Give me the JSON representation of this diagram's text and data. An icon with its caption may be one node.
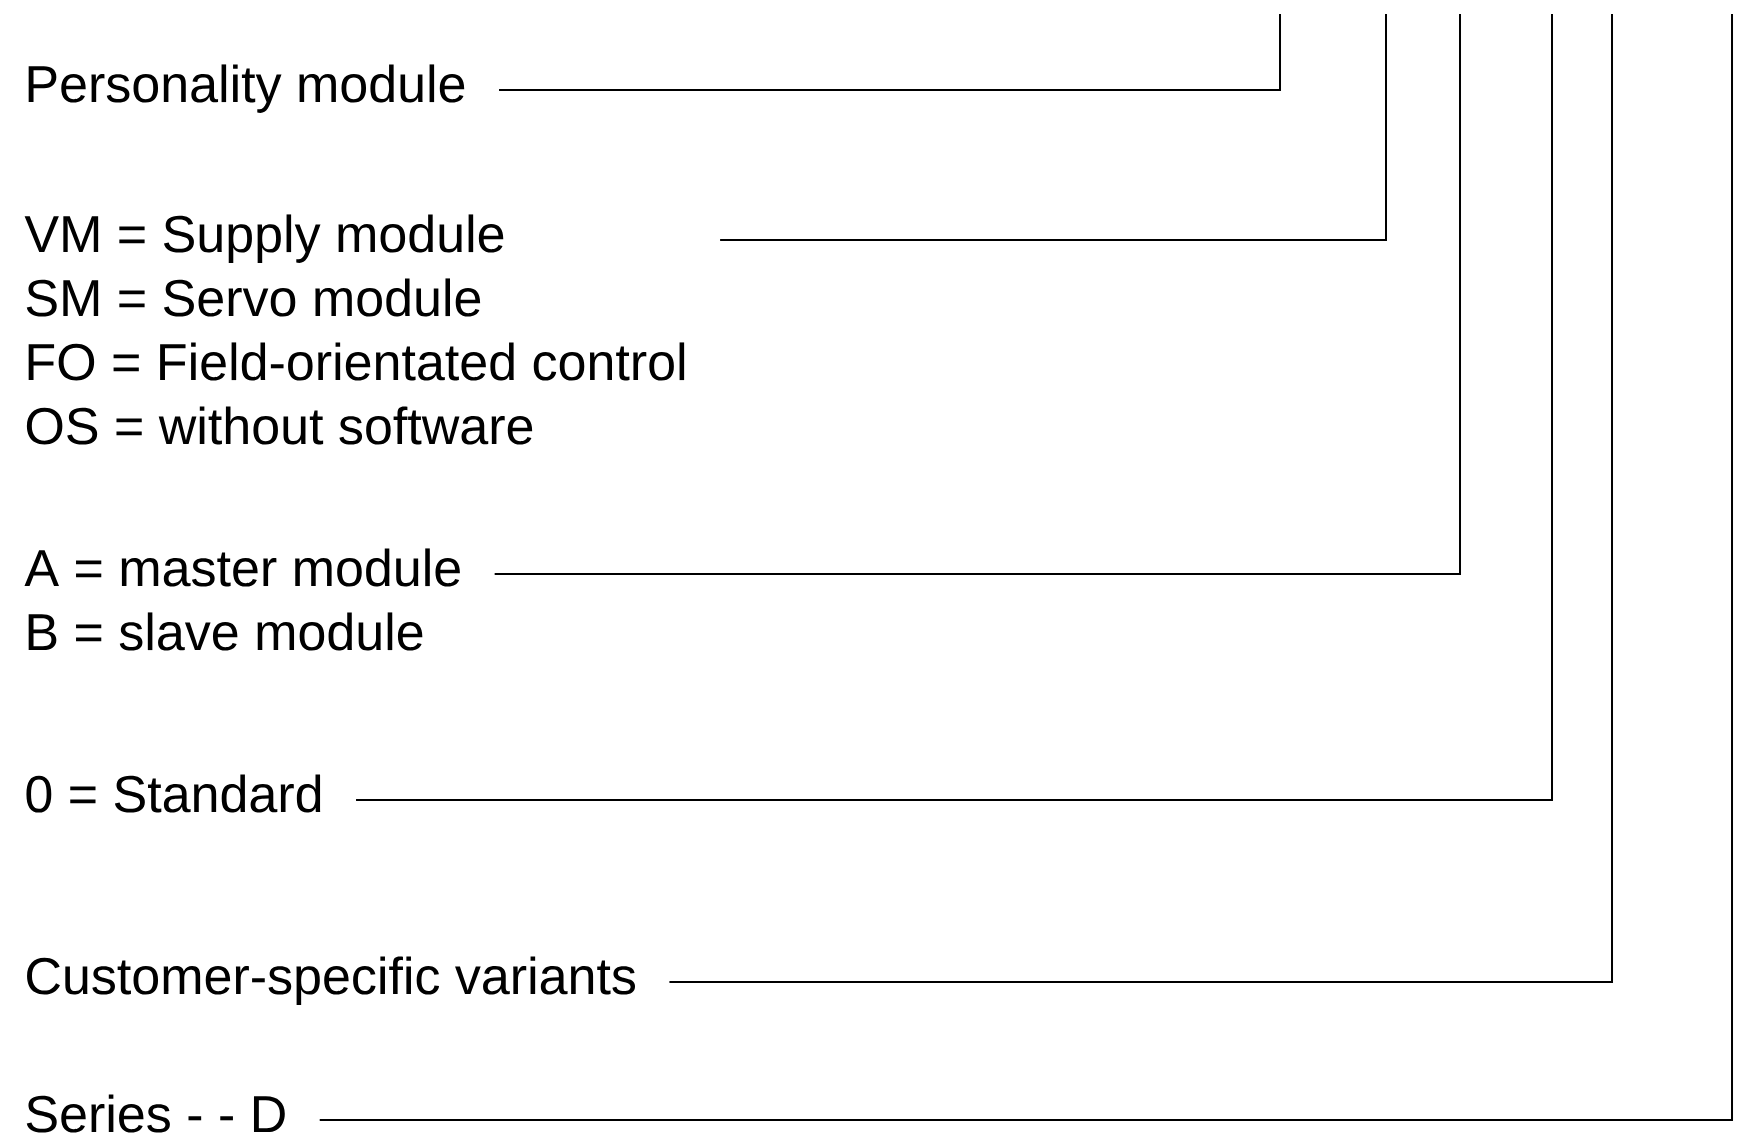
{
  "diagram": {
    "nodes": [
      {
        "text": [
          "Personality module"
        ]
      },
      {
        "text": [
          "VM = Supply module",
          "SM = Servo module",
          "FO = Field-orientated control",
          "OS = without software"
        ]
      },
      {
        "text": [
          "A = master module",
          "B = slave module"
        ]
      },
      {
        "text": [
          "0 = Standard"
        ]
      },
      {
        "text": [
          "Customer-specific variants"
        ]
      },
      {
        "text": [
          "Series - - D"
        ]
      }
    ],
    "edges": [
      {
        "from": 0,
        "to": null,
        "arrow": "none"
      },
      {
        "from": 1,
        "to": null,
        "arrow": "none"
      },
      {
        "from": 2,
        "to": null,
        "arrow": "none"
      },
      {
        "from": 3,
        "to": null,
        "arrow": "none"
      },
      {
        "from": 4,
        "to": null,
        "arrow": "none"
      },
      {
        "from": 5,
        "to": null,
        "arrow": "none"
      }
    ]
  }
}
